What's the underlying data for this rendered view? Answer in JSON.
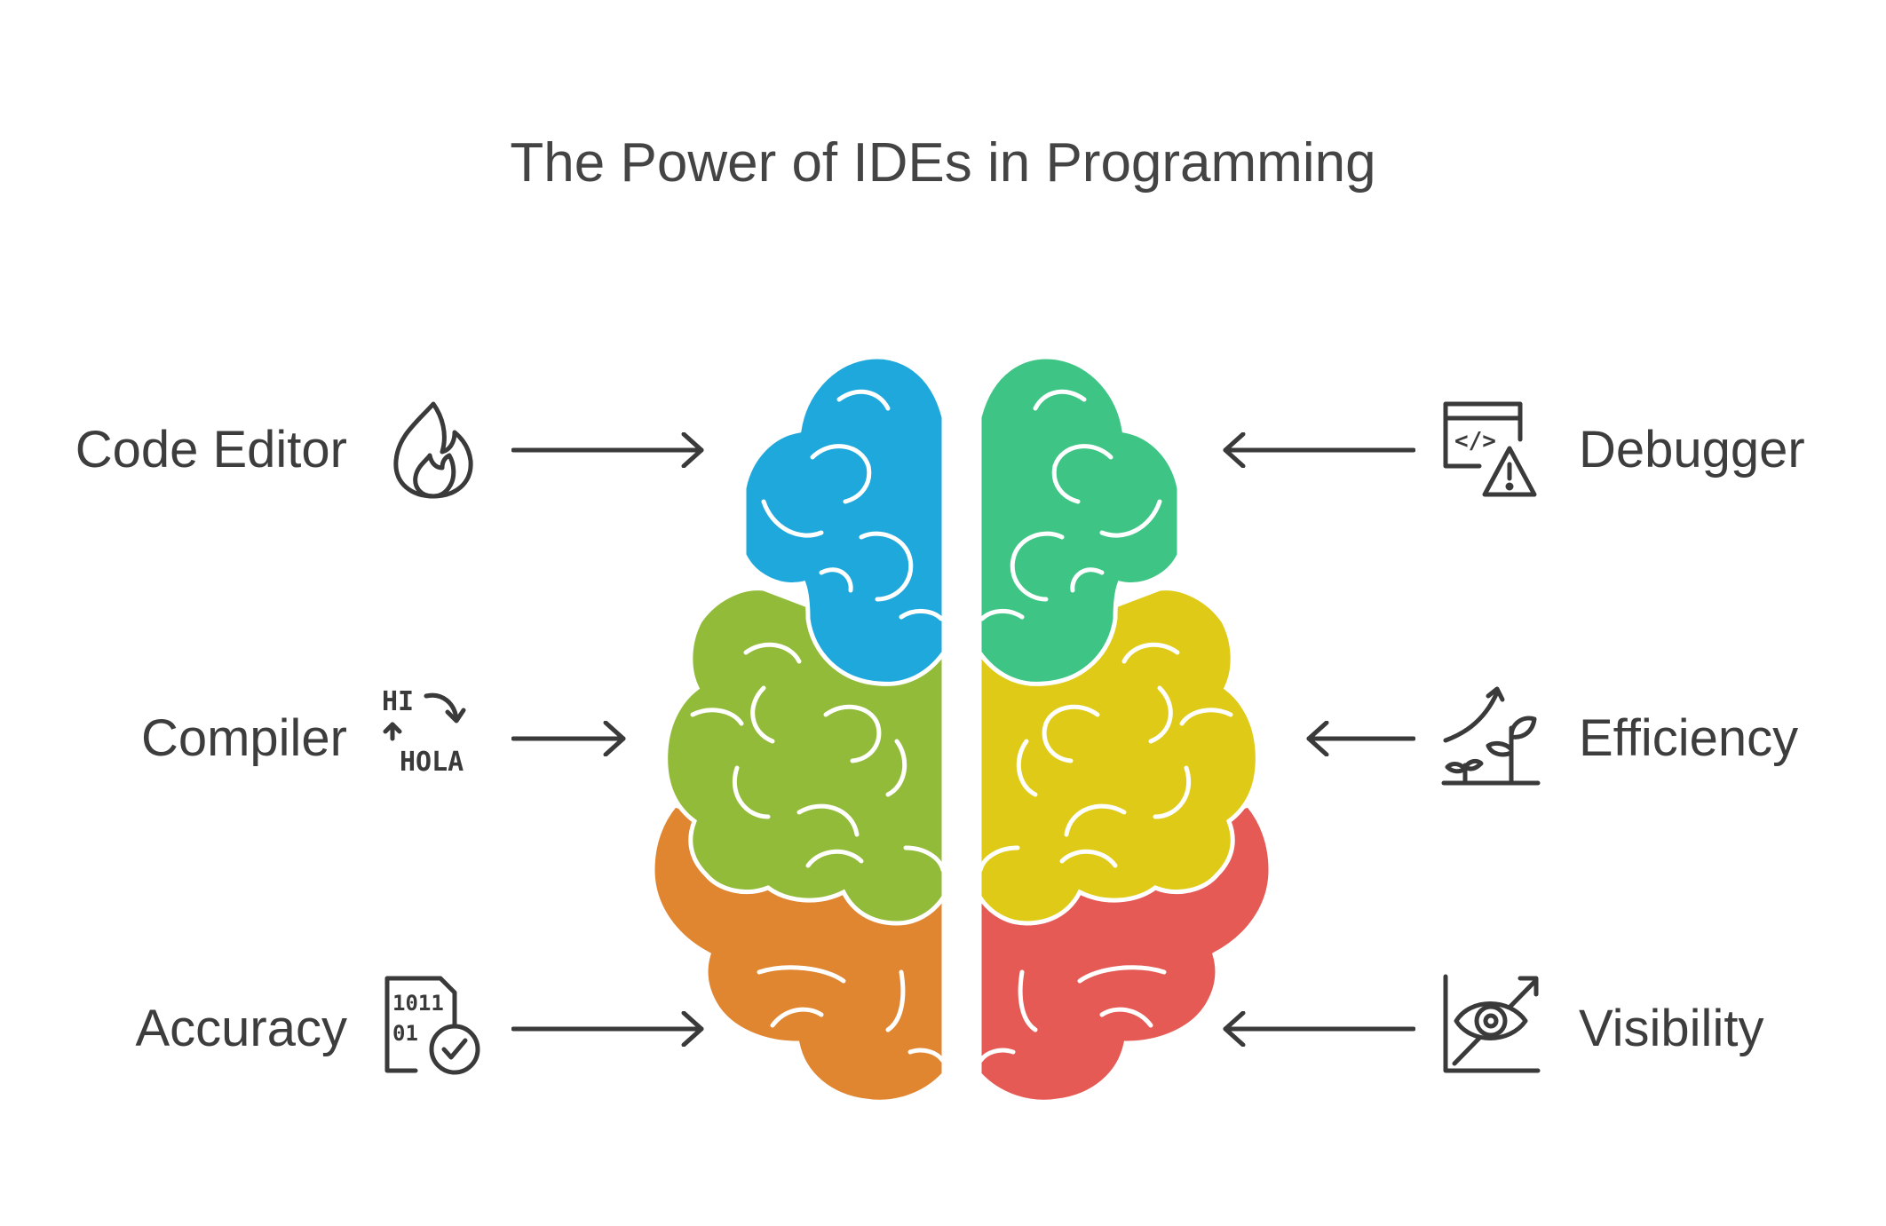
{
  "title": "The Power of IDEs in Programming",
  "left_items": [
    {
      "label": "Code Editor",
      "icon": "flame-icon"
    },
    {
      "label": "Compiler",
      "icon": "translate-icon",
      "icon_text_top": "HI",
      "icon_text_bottom": "HOLA"
    },
    {
      "label": "Accuracy",
      "icon": "binary-check-icon",
      "icon_text_top": "1011",
      "icon_text_bottom": "01"
    }
  ],
  "right_items": [
    {
      "label": "Debugger",
      "icon": "code-warning-icon",
      "icon_text": "</>"
    },
    {
      "label": "Efficiency",
      "icon": "growth-plant-icon"
    },
    {
      "label": "Visibility",
      "icon": "eye-chart-icon"
    }
  ],
  "colors": {
    "blue": "#1fa8dc",
    "green_teal": "#3ec585",
    "lime": "#93bb3a",
    "yellow": "#dfcb17",
    "orange": "#e08530",
    "red": "#e55a55",
    "icon_stroke": "#3a3a3a",
    "text": "#3d3d3d"
  }
}
